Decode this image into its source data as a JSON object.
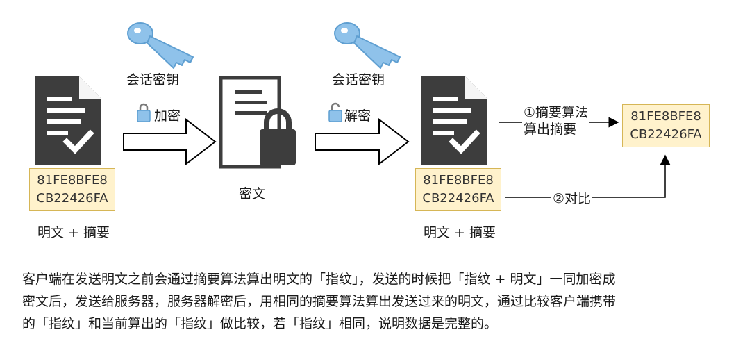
{
  "diagram": {
    "key_label_1": "会话密钥",
    "key_label_2": "会话密钥",
    "encrypt_label": "加密",
    "decrypt_label": "解密",
    "plaintext_caption_1": "明文 + 摘要",
    "plaintext_caption_2": "明文 + 摘要",
    "ciphertext_caption": "密文",
    "hash_left": [
      "81FE8BFE8",
      "CB22426FA"
    ],
    "hash_mid": [
      "81FE8BFE8",
      "CB22426FA"
    ],
    "hash_right": [
      "81FE8BFE8",
      "CB22426FA"
    ],
    "step1_line1": "①摘要算法",
    "step1_line2": "算出摘要",
    "step2_label": "②对比"
  },
  "description": {
    "line1": "客户端在发送明文之前会通过摘要算法算出明文的「指纹」，发送的时候把「指纹 + 明文」一同加密成",
    "line2": "密文后，发送给服务器，服务器解密后，用相同的摘要算法算出发送过来的明文，通过比较客户端携带",
    "line3": "的「指纹」和当前算出的「指纹」做比较，若「指纹」相同，说明数据是完整的。"
  },
  "colors": {
    "doc": "#3d3d3d",
    "key": "#7fb6e2",
    "hash_fill": "#fff2cc",
    "hash_border": "#d6b656"
  }
}
